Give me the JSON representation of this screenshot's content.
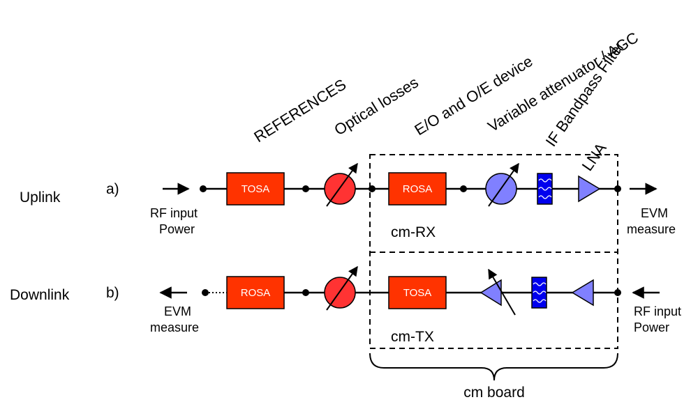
{
  "headers": {
    "references": "REFERENCES",
    "optical_losses": "Optical losses",
    "eo_oe_device": "E/O and O/E device",
    "variable_attenuator": "Variable attenuator / AGC",
    "if_bandpass_filter": "IF Bandpass Filter",
    "lna": "LNA"
  },
  "uplink": {
    "label": "Uplink",
    "tag": "a)",
    "input_line1": "RF input",
    "input_line2": "Power",
    "ref_block": "TOSA",
    "device_block": "ROSA",
    "module": "cm-RX",
    "output_line1": "EVM",
    "output_line2": "measure"
  },
  "downlink": {
    "label": "Downlink",
    "tag": "b)",
    "output_line1": "EVM",
    "output_line2": "measure",
    "ref_block": "ROSA",
    "device_block": "TOSA",
    "module": "cm-TX",
    "input_line1": "RF input",
    "input_line2": "Power"
  },
  "board_label": "cm board",
  "colors": {
    "block_fill": "#FF3300",
    "attenuator_fill": "#FF3333",
    "component_fill": "#8080FF",
    "filter_fill": "#0000EE"
  },
  "icons": {
    "variable_attenuator": "circle-with-diagonal-arrow",
    "lna": "triangle-amplifier",
    "filter": "bandpass-filter-squiggle"
  }
}
